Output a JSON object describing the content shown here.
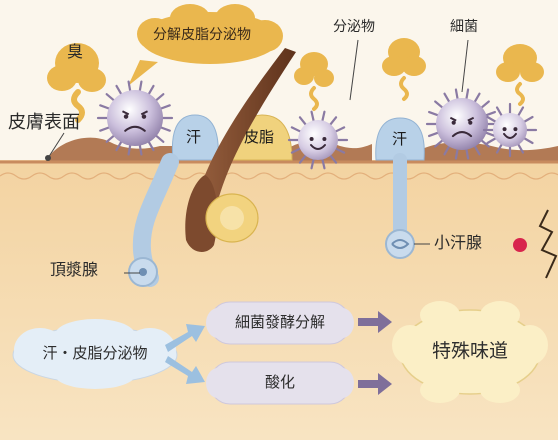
{
  "labels": {
    "odor": "臭",
    "decomposition_secretions": "分解皮脂分泌物",
    "secretions": "分泌物",
    "bacteria": "細菌",
    "skin_surface": "皮膚表面",
    "sweat_left": "汗",
    "sebum": "皮脂",
    "sweat_right": "汗",
    "apocrine_gland": "頂漿腺",
    "eccrine_gland": "小汗腺",
    "flow_source": "汗・皮脂分泌物",
    "bacterial_fermentation": "細菌發酵分解",
    "oxidation": "酸化",
    "special_odor": "特殊味道"
  },
  "colors": {
    "skin_layer": "#f6dcae",
    "skin_surface": "#b27a55",
    "hair": "#7d4a2e",
    "sebaceous": "#e8c36b",
    "sweat_duct": "#a9c4de",
    "bacteria": "#b6a9c8",
    "odor_cloud": "#e9b64a",
    "flow_arrow": "#7f6f9a",
    "flow_arrow_blue": "#9cc0e0",
    "result_cloud": "#fbeec2",
    "marker_red": "#d8254d"
  }
}
